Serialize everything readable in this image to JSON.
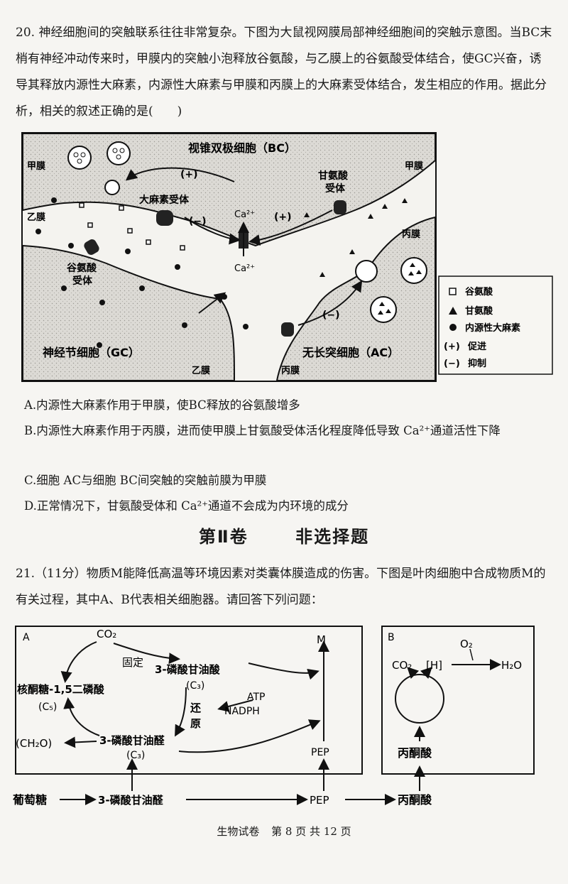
{
  "q20": {
    "text": "20. 神经细胞间的突触联系往往非常复杂。下图为大鼠视网膜局部神经细胞间的突触示意图。当BC末梢有神经冲动传来时，甲膜内的突触小泡释放谷氨酸，与乙膜上的谷氨酸受体结合，使GC兴奋，诱导其释放内源性大麻素，内源性大麻素与甲膜和丙膜上的大麻素受体结合，发生相应的作用。据此分析，相关的叙述正确的是(　　)",
    "figure": {
      "bc_cell": "视锥双极细胞（BC）",
      "gc_cell": "神经节细胞（GC）",
      "ac_cell": "无长突细胞（AC）",
      "membrane_jia": "甲膜",
      "membrane_yi": "乙膜",
      "membrane_bing": "丙膜",
      "cb_receptor": "大麻素受体",
      "gly_receptor_1": "甘氨酸",
      "gly_receptor_2": "受体",
      "glu_receptor_1": "谷氨酸",
      "glu_receptor_2": "受体",
      "ca_in": "Ca²⁺",
      "ca_out": "Ca²⁺",
      "plus": "(+)",
      "minus": "(−)",
      "legend": [
        "谷氨酸",
        "甘氨酸",
        "内源性大麻素",
        "促进",
        "抑制"
      ],
      "legend_plus": "(+)",
      "legend_minus": "(−)"
    },
    "options": [
      "A.内源性大麻素作用于甲膜，使BC释放的谷氨酸增多",
      "B.内源性大麻素作用于丙膜，进而使甲膜上甘氨酸受体活化程度降低导致 Ca²⁺通道活性下降",
      "C.细胞 AC与细胞 BC间突触的突触前膜为甲膜",
      "D.正常情况下，甘氨酸受体和 Ca²⁺通道不会成为内环境的成分"
    ]
  },
  "section": {
    "part": "第Ⅱ卷",
    "title": "非选择题"
  },
  "q21": {
    "text": "21.（11分）物质M能降低高温等环境因素对类囊体膜造成的伤害。下图是叶肉细胞中合成物质M的有关过程，其中A、B代表相关细胞器。请回答下列问题：",
    "figure": {
      "box_a": "A",
      "box_b": "B",
      "co2": "CO₂",
      "fix": "固定",
      "pga": "3-磷酸甘油酸",
      "c3a": "(C₃)",
      "rubp": "核酮糖-1,5二磷酸",
      "c5": "(C₅)",
      "reduce_1": "还",
      "reduce_2": "原",
      "atp": "ATP",
      "nadph": "NADPH",
      "g3p": "3-磷酸甘油醛",
      "c3b": "(C₃)",
      "ch2o": "(CH₂O)",
      "m": "M",
      "pep": "PEP",
      "co2_b": "CO₂",
      "h": "[H]",
      "o2": "O₂",
      "h2o": "H₂O",
      "pyruvate_b": "丙酮酸",
      "glucose": "葡萄糖",
      "g3p_bottom": "3-磷酸甘油醛",
      "pep_bottom": "PEP",
      "pyruvate": "丙酮酸"
    }
  },
  "footer": {
    "subject": "生物试卷",
    "page": "第 8 页 共 12 页"
  }
}
